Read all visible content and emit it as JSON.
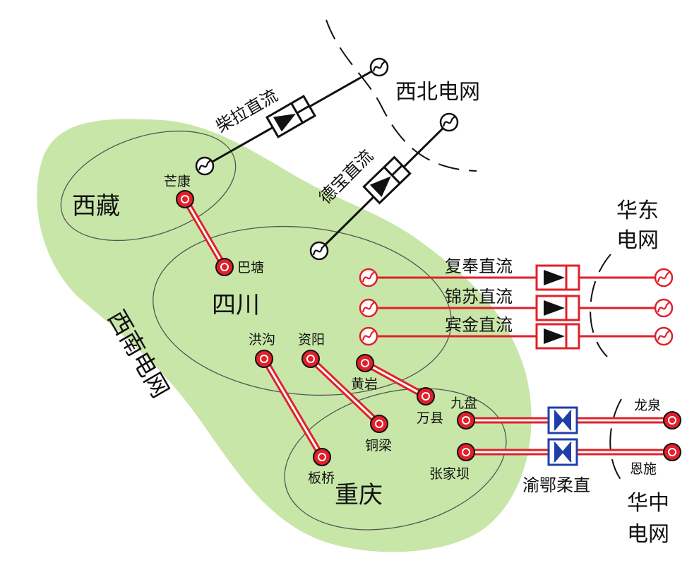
{
  "colors": {
    "region_fill": "#c8e6a8",
    "region_outline": "#555555",
    "ac_line": "#e0202a",
    "hvdc_red": "#e0202a",
    "hvdc_black": "#111111",
    "flexible_dc": "#1f3fa8",
    "station_fill": "#e0202a",
    "dashed_boundary": "#111111"
  },
  "regions": {
    "southwest_grid": "西南电网",
    "tibet": "西藏",
    "sichuan": "四川",
    "chongqing": "重庆"
  },
  "external_grids": {
    "northwest": "西北电网",
    "east_china_line1": "华东",
    "east_china_line2": "电网",
    "central_china_line1": "华中",
    "central_china_line2": "电网"
  },
  "dc_links": {
    "chaila": "柴拉直流",
    "debao": "德宝直流",
    "fufeng": "复奉直流",
    "jinsu": "锦苏直流",
    "binjin": "宾金直流",
    "yue_flex": "渝鄂柔直"
  },
  "stations": {
    "mangkang": "芒康",
    "batang": "巴塘",
    "honggou": "洪沟",
    "ziyang": "资阳",
    "huangyan": "黄岩",
    "wanxian": "万县",
    "tongliang": "铜梁",
    "banqiao": "板桥",
    "jiupan": "九盘",
    "zhangjiaba": "张家坝",
    "longquan": "龙泉",
    "enshi": "恩施"
  }
}
